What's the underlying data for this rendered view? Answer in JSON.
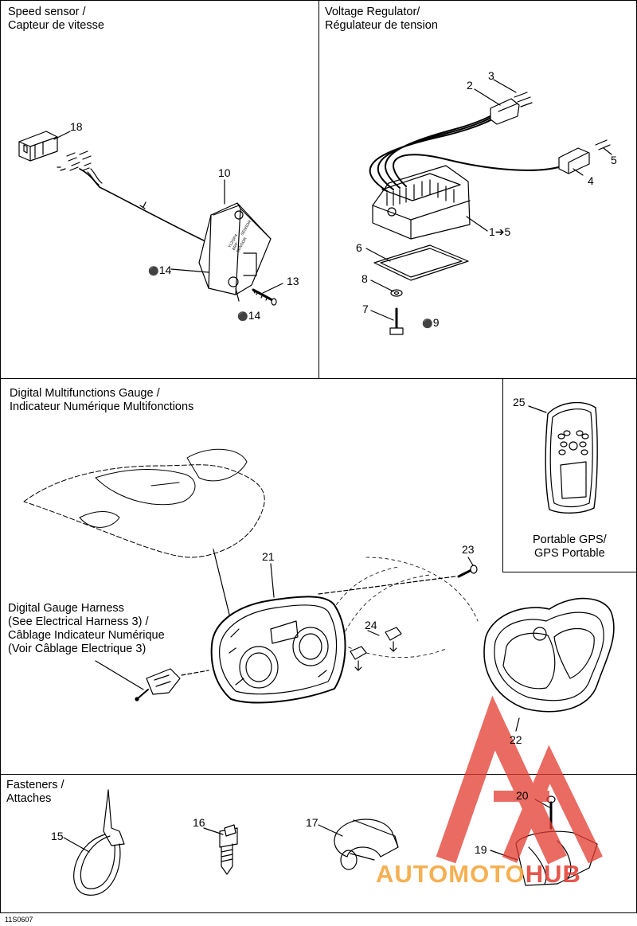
{
  "sections": {
    "speed_sensor": "Speed sensor /\nCapteur de vitesse",
    "voltage_regulator": "Voltage Regulator/\nRégulateur de tension",
    "gauge": "Digital Multifunctions Gauge /\nIndicateur Numérique Multifonctions",
    "gps": "Portable GPS/\nGPS Portable",
    "harness": "Digital Gauge Harness\n(See Electrical Harness 3) /\nCâblage Indicateur Numérique\n(Voir Câblage Electrique 3)",
    "fasteners": "Fasteners /\nAttaches"
  },
  "callouts": {
    "n1_5": "1➔5",
    "n2": "2",
    "n3": "3",
    "n4": "4",
    "n5": "5",
    "n6": "6",
    "n7": "7",
    "n8": "8",
    "n9": "9",
    "n10": "10",
    "n13": "13",
    "n14a": "14",
    "n14b": "14",
    "n15": "15",
    "n16": "16",
    "n17": "17",
    "n18": "18",
    "n19": "19",
    "n20": "20",
    "n21": "21",
    "n22": "22",
    "n23": "23",
    "n24": "24",
    "n25": "25"
  },
  "sensor_label": "YL2OP4\nBRP\nSENSOR",
  "watermark": {
    "brand_left": "AUTOMOTO",
    "brand_right": "HUB",
    "color_red": "#e23a2e",
    "color_orange": "#f4a334"
  },
  "footer": "11S0607"
}
